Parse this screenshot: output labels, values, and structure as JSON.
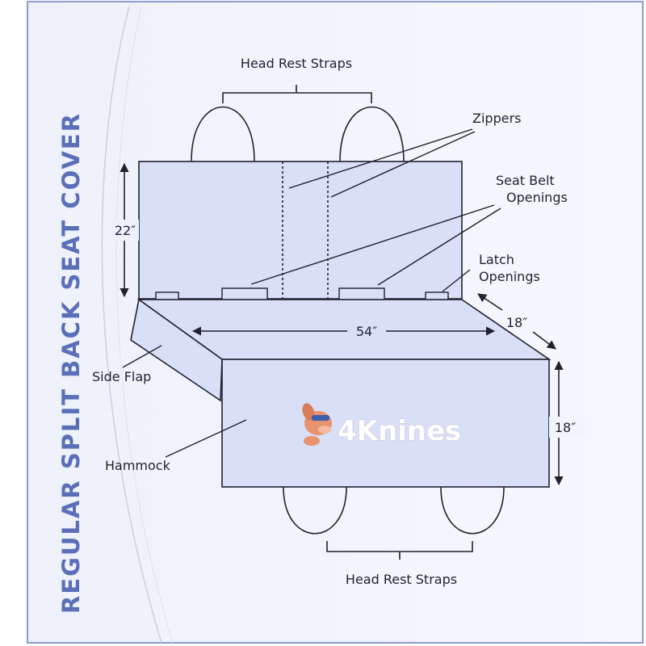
{
  "title": "REGULAR SPLIT BACK SEAT COVER",
  "labels": {
    "head_rest_straps_top": "Head Rest Straps",
    "zippers": "Zippers",
    "seat_belt_line1": "Seat Belt",
    "seat_belt_line2": "Openings",
    "latch_line1": "Latch",
    "latch_line2": "Openings",
    "side_flap": "Side Flap",
    "hammock": "Hammock",
    "head_rest_straps_bottom": "Head Rest Straps"
  },
  "dimensions": {
    "back_height": "22″",
    "width": "54″",
    "seat_depth": "18″",
    "hammock_height": "18″"
  },
  "brand": {
    "name": "4Knines",
    "icon": "dog-mascot-icon"
  },
  "colors": {
    "panel_fill": "#d9dff6",
    "outline": "#1f2230",
    "title": "#5a6fb8",
    "border": "#8c9bd0",
    "mascot": "#e9926e"
  }
}
